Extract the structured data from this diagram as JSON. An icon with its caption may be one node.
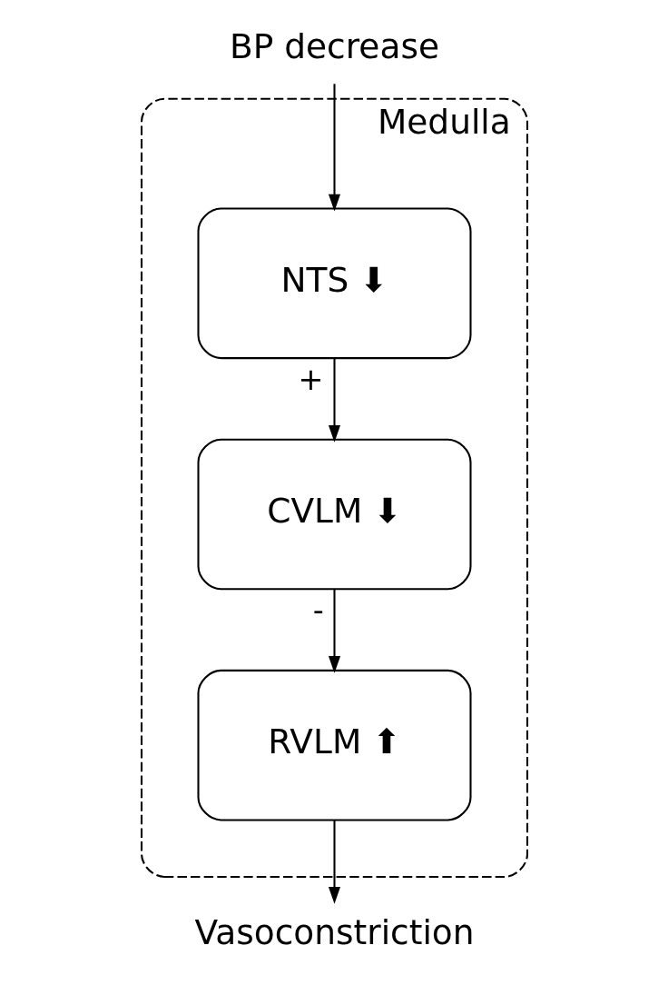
{
  "diagram": {
    "nodes": [
      {
        "text": [
          "BP decrease"
        ]
      },
      {
        "text": [
          "Medulla"
        ]
      },
      {
        "text": [
          "NTS ⬇"
        ],
        "in": 1
      },
      {
        "text": [
          "CVLM ⬇"
        ],
        "in": 1
      },
      {
        "text": [
          "RVLM ⬆"
        ],
        "in": 1
      },
      {
        "text": [
          "Vasoconstriction"
        ]
      }
    ],
    "edges": [
      {
        "from": 0,
        "to": 2,
        "arrow": "to"
      },
      {
        "from": 2,
        "to": 3,
        "arrow": "to",
        "label": "+"
      },
      {
        "from": 3,
        "to": 4,
        "arrow": "to",
        "label": "-"
      },
      {
        "from": 4,
        "to": 5,
        "arrow": "to"
      }
    ]
  }
}
